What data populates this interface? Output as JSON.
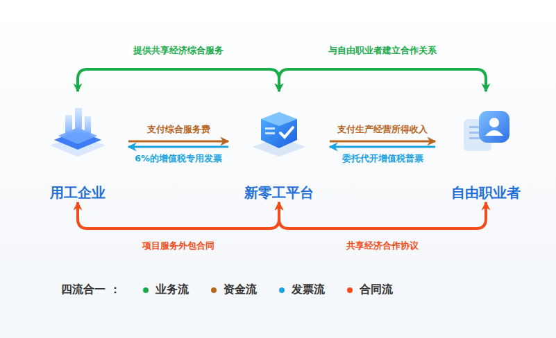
{
  "diagram": {
    "nodes": [
      {
        "text": [
          "用工企业"
        ]
      },
      {
        "text": [
          "新零工平台"
        ]
      },
      {
        "text": [
          "自由职业者"
        ]
      }
    ],
    "edges": [
      {
        "from": 1,
        "to": 0,
        "arrow": "both",
        "label": "提供共享经济综合服务"
      },
      {
        "from": 1,
        "to": 2,
        "arrow": "both",
        "label": "与自由职业者建立合作关系"
      },
      {
        "from": 0,
        "to": 1,
        "arrow": "to",
        "label": "支付综合服务费"
      },
      {
        "from": 1,
        "to": 0,
        "arrow": "to",
        "label": "6%的增值税专用发票"
      },
      {
        "from": 1,
        "to": 2,
        "arrow": "to",
        "label": "支付生产经营所得收入"
      },
      {
        "from": 2,
        "to": 1,
        "arrow": "to",
        "label": "委托代开增值税普票"
      },
      {
        "from": 0,
        "to": 1,
        "arrow": "both",
        "label": "项目服务外包合同"
      },
      {
        "from": 1,
        "to": 2,
        "arrow": "both",
        "label": "共享经济合作协议"
      }
    ],
    "labels": [
      "四流合一 ："
    ],
    "legend": [
      {
        "text": "业务流",
        "color": "#1aab4a"
      },
      {
        "text": "资金流",
        "color": "#b8651e"
      },
      {
        "text": "发票流",
        "color": "#1aa3e0"
      },
      {
        "text": "合同流",
        "color": "#f04d1a"
      }
    ]
  }
}
